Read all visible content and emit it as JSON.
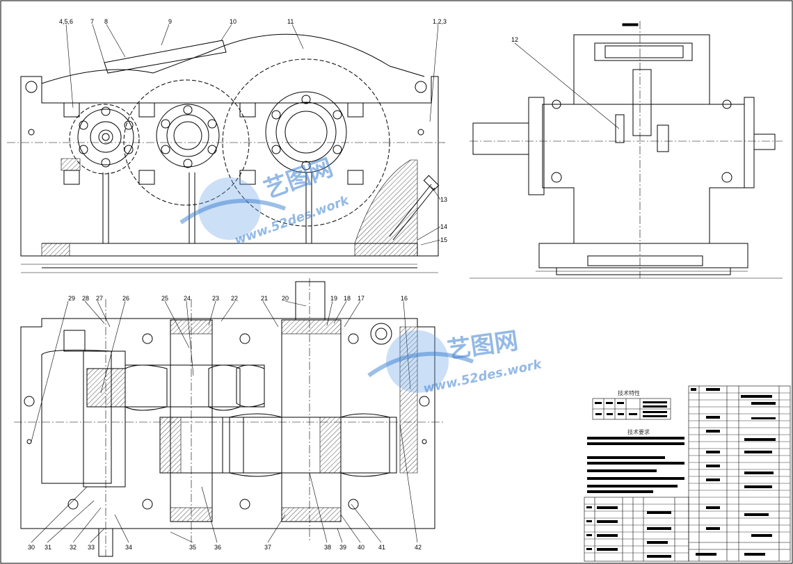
{
  "drawing": {
    "part_callouts_top_left": [
      "4,5,6",
      "7",
      "8",
      "9",
      "10",
      "11",
      "1,2,3",
      "12",
      "13",
      "14",
      "15"
    ],
    "part_callouts_bottom_top": [
      "29",
      "28",
      "27",
      "26",
      "25",
      "24",
      "23",
      "22",
      "21",
      "20",
      "19",
      "18",
      "17",
      "16"
    ],
    "part_callouts_bottom_bottom": [
      "30",
      "31",
      "32",
      "33",
      "34",
      "35",
      "36",
      "37",
      "38",
      "39",
      "40",
      "41",
      "42"
    ],
    "section_titles": {
      "characteristics": "技术特性",
      "requirements": "技术要求"
    }
  },
  "watermark": {
    "brand_cn": "艺图网",
    "brand_en": "www.52des.work"
  }
}
